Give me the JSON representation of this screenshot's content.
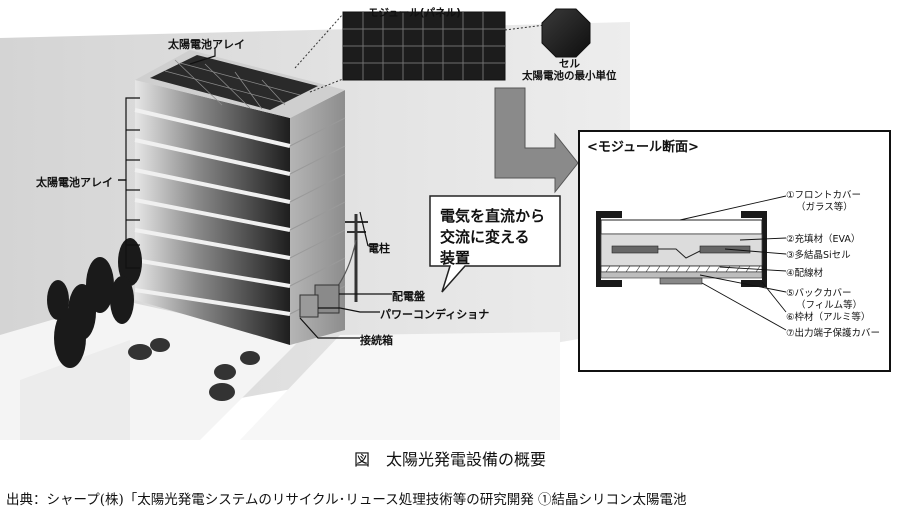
{
  "labels": {
    "module": "モジュール(パネル)",
    "cell": "セル",
    "cell_desc": "太陽電池の最小単位",
    "array_top": "太陽電池アレイ",
    "array_side": "太陽電池アレイ",
    "pole": "電柱",
    "distribution_board": "配電盤",
    "power_conditioner": "パワーコンディショナ",
    "junction_box": "接続箱"
  },
  "bubble": {
    "lines": [
      "電気を直流から",
      "交流に変える",
      "装置"
    ]
  },
  "section": {
    "title": "<モジュール断面>",
    "parts": [
      "①フロントカバー",
      "（ガラス等）",
      "②充填材（EVA）",
      "③多結晶Siセル",
      "④配線材",
      "⑤バックカバー",
      "（フィルム等）",
      "⑥枠材（アルミ等）",
      "⑦出力端子保護カバー"
    ]
  },
  "caption": "図　太陽光発電設備の概要",
  "source": "出典：シャープ(株)「太陽光発電システムのリサイクル･リュース処理技術等の研究開発 ①結晶シリコン太陽電池"
}
